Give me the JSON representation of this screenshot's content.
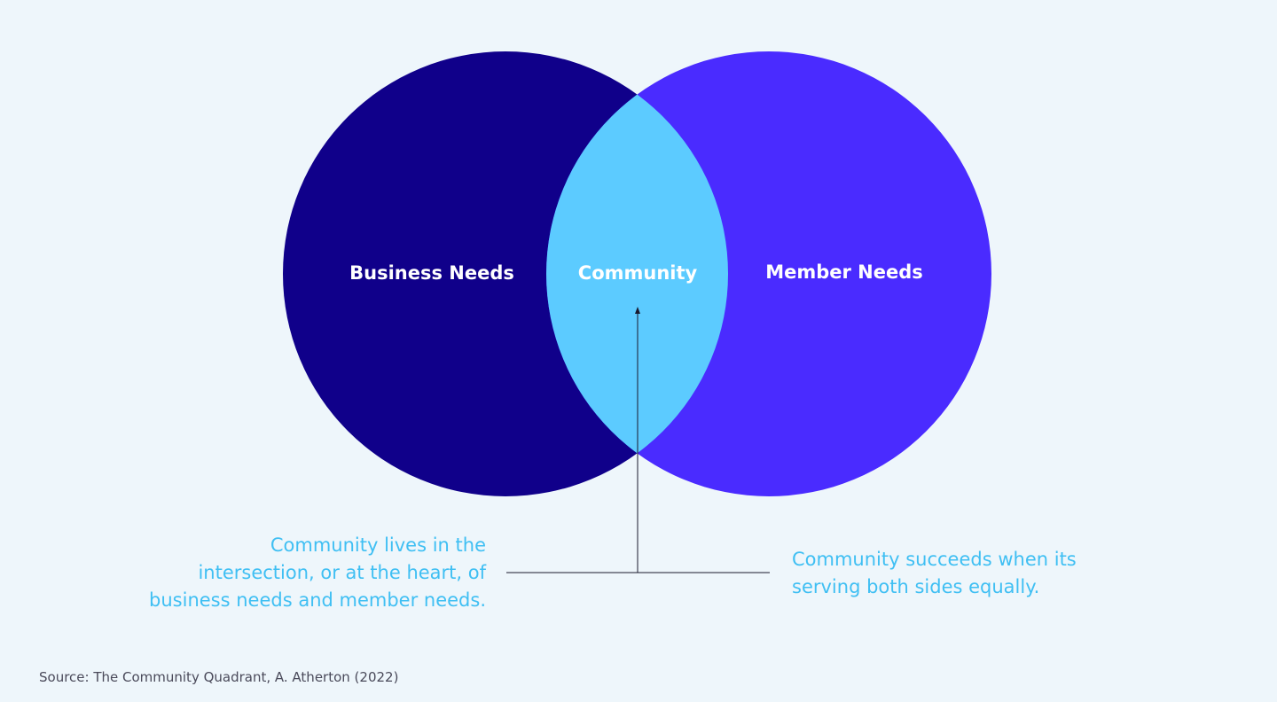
{
  "diagram": {
    "circles": {
      "left": {
        "label": "Business Needs",
        "color": "#10008a"
      },
      "right": {
        "label": "Member Needs",
        "color": "#4a2bff"
      },
      "overlap": {
        "label": "Community",
        "color": "#5ccbff"
      }
    },
    "annotations": {
      "left_lines": [
        "Community lives in the",
        "intersection, or at the heart, of",
        "business needs and member needs."
      ],
      "right_lines": [
        "Community succeeds when its",
        "serving both sides equally."
      ],
      "text_color": "#3fbff3",
      "connector_color": "#1a1a2e"
    },
    "source": "Source: The Community Quadrant, A. Atherton (2022)"
  }
}
